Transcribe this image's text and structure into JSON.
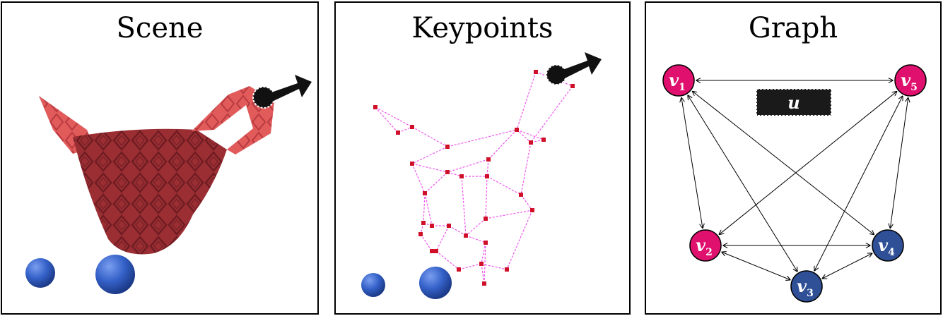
{
  "panels": [
    {
      "title": "Scene"
    },
    {
      "title": "Keypoints"
    },
    {
      "title": "Graph"
    }
  ],
  "colors": {
    "cloth": "#a83538",
    "cloth_light": "#e05a5a",
    "sphere": "#2f5bc0",
    "keypoint": "#d0102a",
    "keypoint_edge": "#ee55ee",
    "node_pink": "#e0106e",
    "node_blue": "#2f4f96",
    "gripper": "#111111"
  },
  "graph": {
    "nodes": [
      {
        "id": "v1",
        "base": "v",
        "sub": "1",
        "color": "pink"
      },
      {
        "id": "v5",
        "base": "v",
        "sub": "5",
        "color": "pink"
      },
      {
        "id": "v2",
        "base": "v",
        "sub": "2",
        "color": "pink"
      },
      {
        "id": "v4",
        "base": "v",
        "sub": "4",
        "color": "blue"
      },
      {
        "id": "v3",
        "base": "v",
        "sub": "3",
        "color": "blue"
      }
    ],
    "edges": [
      [
        "v1",
        "v5"
      ],
      [
        "v1",
        "v2"
      ],
      [
        "v1",
        "v3"
      ],
      [
        "v1",
        "v4"
      ],
      [
        "v5",
        "v2"
      ],
      [
        "v5",
        "v3"
      ],
      [
        "v5",
        "v4"
      ],
      [
        "v2",
        "v4"
      ],
      [
        "v2",
        "v3"
      ],
      [
        "v3",
        "v4"
      ]
    ],
    "global_label": "u"
  }
}
